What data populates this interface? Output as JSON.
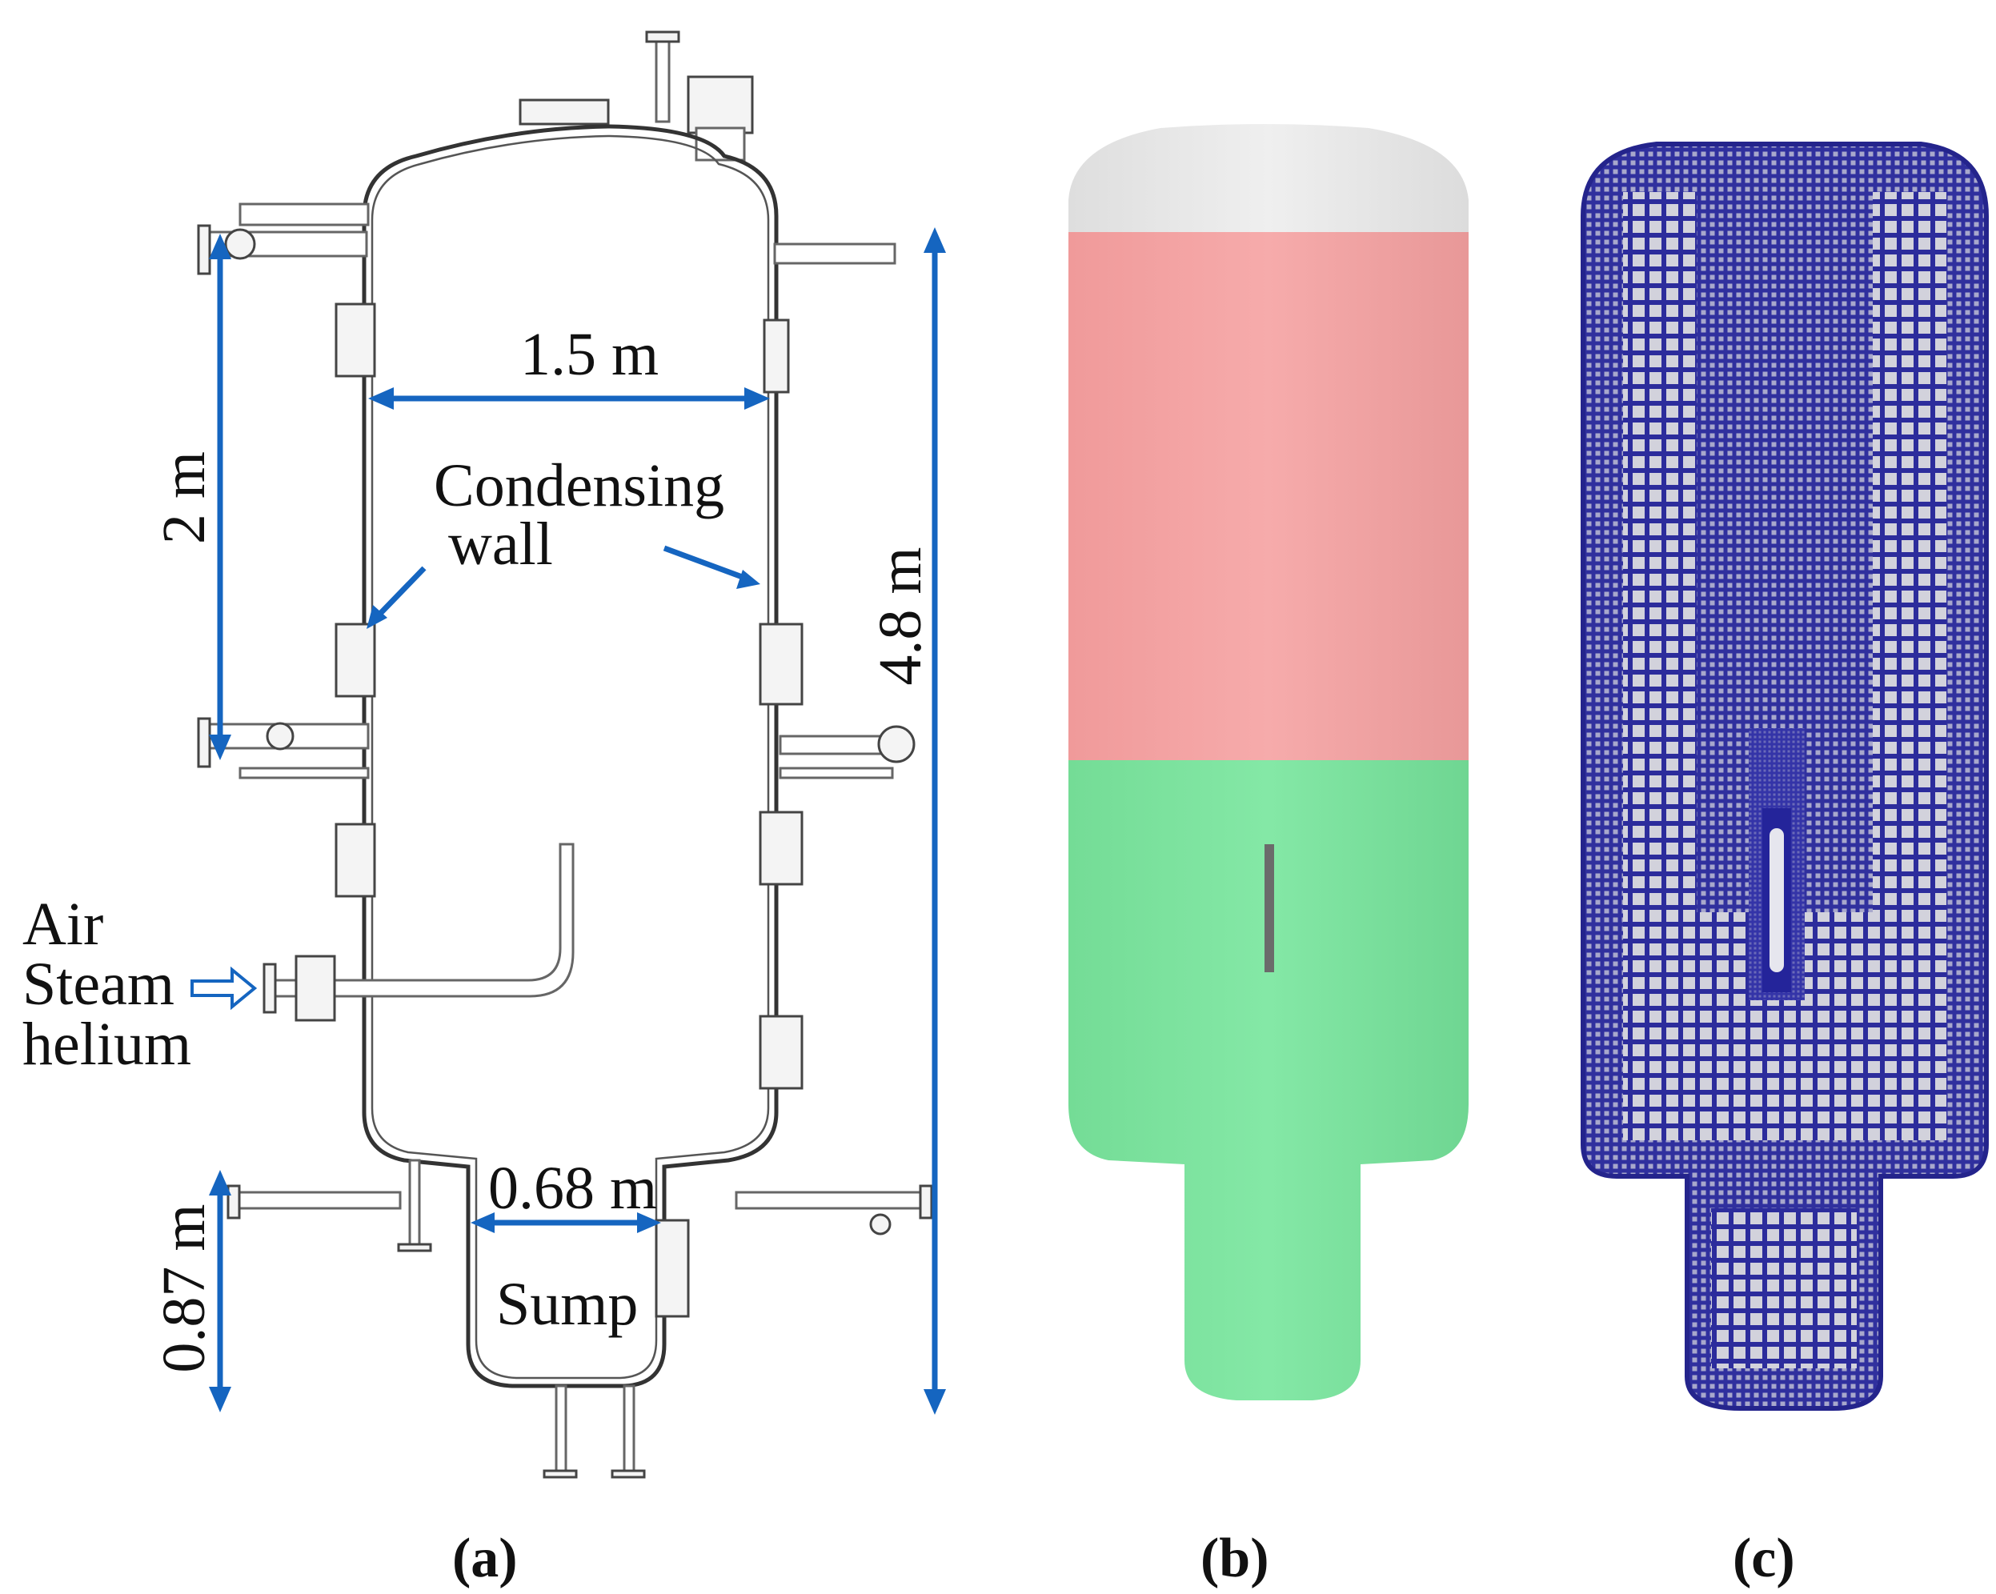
{
  "panel_a": {
    "caption": "(a)",
    "dimensions": {
      "diameter": "1.5 m",
      "upper_height": "2 m",
      "total_height": "4.8 m",
      "sump_diameter": "0.68 m",
      "sump_height": "0.87 m"
    },
    "labels": {
      "condensing_line1": "Condensing",
      "condensing_line2": "wall",
      "inlet_line1": "Air",
      "inlet_line2": "Steam",
      "inlet_line3": "helium",
      "sump": "Sump"
    }
  },
  "panel_b": {
    "caption": "(b)",
    "colors": {
      "cap": "#eaeaea",
      "upper": "#f4a4a4",
      "lower": "#7fe3a0"
    }
  },
  "panel_c": {
    "caption": "(c)",
    "colors": {
      "mesh": "#2a2a9a",
      "cell": "#d4d4dc",
      "fine": "#3a3ab0"
    }
  }
}
